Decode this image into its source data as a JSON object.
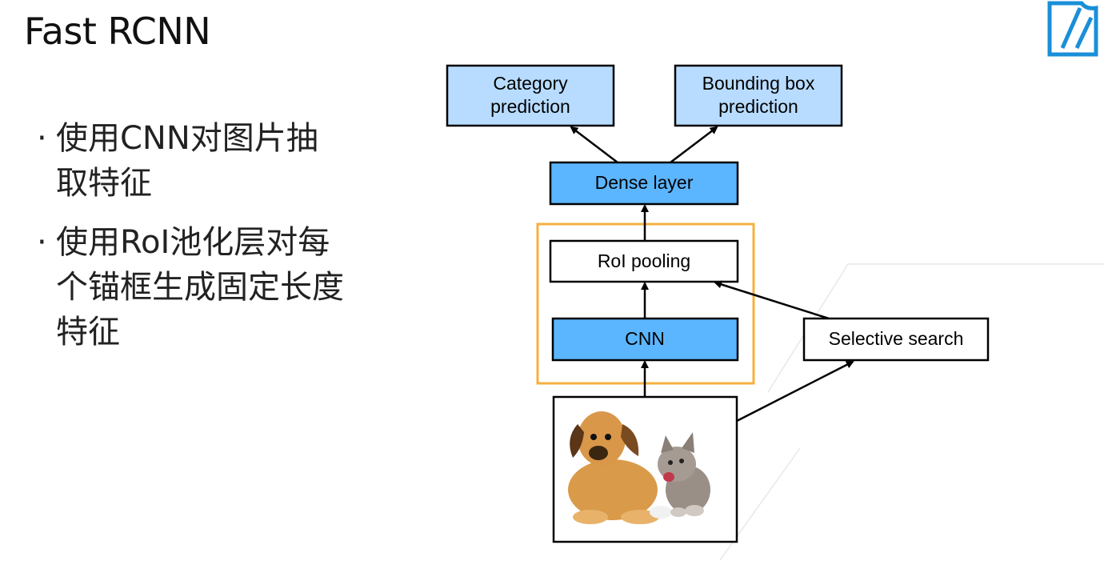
{
  "title": "Fast RCNN",
  "bullets": [
    {
      "text": "使用CNN对图片抽取特征",
      "lines": [
        "使用CNN对图片抽",
        "取特征"
      ]
    },
    {
      "text": "使用RoI池化层对每个锚框生成固定长度特征",
      "lines": [
        "使用RoI池化层对每",
        "个锚框生成固定长度",
        "特征"
      ]
    }
  ],
  "diagram": {
    "category_prediction": [
      "Category",
      "prediction"
    ],
    "bbox_prediction": [
      "Bounding box",
      "prediction"
    ],
    "dense_layer": "Dense layer",
    "roi_pooling": "RoI pooling",
    "cnn": "CNN",
    "selective_search": "Selective search",
    "image": "dog-and-kitten-photo"
  },
  "colors": {
    "blue_fill": "#5cb5ff",
    "light_blue_fill": "#b8dcff",
    "orange_frame": "#f5b041",
    "logo_blue": "#1a8fd8"
  }
}
